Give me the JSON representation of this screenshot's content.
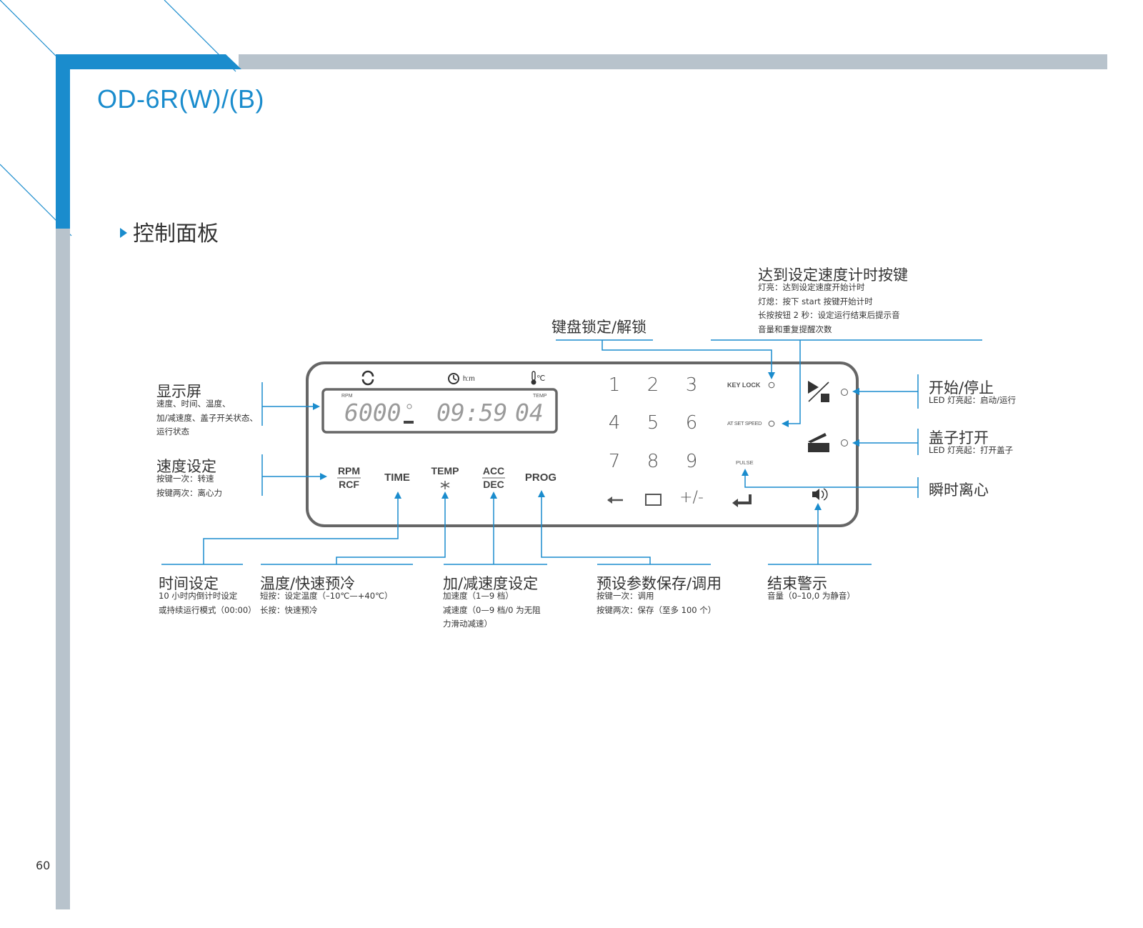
{
  "header": {
    "model": "OD-6R(W)/(B)",
    "section_title": "控制面板",
    "page_number": "60"
  },
  "colors": {
    "accent": "#1a8ccd",
    "gray_bar": "#b8c3cc",
    "panel_border": "#666666"
  },
  "display": {
    "label_rpm": "RPM",
    "label_temp": "TEMP",
    "speed": "6000",
    "time": "09:59",
    "temp": "04",
    "icon_time_unit": "h:m",
    "icon_temp_unit": "℃"
  },
  "keys": {
    "rpm": "RPM",
    "rcf": "RCF",
    "time": "TIME",
    "temp": "TEMP",
    "acc": "ACC",
    "dec": "DEC",
    "prog": "PROG",
    "key_lock": "KEY LOCK",
    "at_set_speed": "AT SET SPEED",
    "pulse": "PULSE",
    "numpad": [
      "1",
      "2",
      "3",
      "4",
      "5",
      "6",
      "7",
      "8",
      "9"
    ],
    "left_arrow": "←",
    "clear": "□",
    "plus_minus": "+/-",
    "enter": "↵"
  },
  "annotations": {
    "display": {
      "title": "显示屏",
      "lines": [
        "速度、时间、温度、",
        "加/减速度、盖子开关状态、",
        "运行状态"
      ]
    },
    "speed": {
      "title": "速度设定",
      "lines": [
        "按键一次：转速",
        "按键两次：离心力"
      ]
    },
    "key_lock": {
      "title": "键盘锁定/解锁"
    },
    "at_speed": {
      "title": "达到设定速度计时按键",
      "lines": [
        "灯亮：达到设定速度开始计时",
        "灯熄：按下 start 按键开始计时",
        "长按按钮 2 秒：设定运行结束后提示音",
        "音量和重复提醒次数"
      ]
    },
    "start_stop": {
      "title": "开始/停止",
      "lines": [
        "LED 灯亮起：启动/运行"
      ]
    },
    "lid": {
      "title": "盖子打开",
      "lines": [
        "LED 灯亮起：打开盖子"
      ]
    },
    "pulse": {
      "title": "瞬时离心"
    },
    "time": {
      "title": "时间设定",
      "lines": [
        "10 小时内倒计时设定",
        "或持续运行模式（00:00）"
      ]
    },
    "temp": {
      "title": "温度/快速预冷",
      "lines": [
        "短按：设定温度（–10℃—+40℃）",
        "长按：快速预冷"
      ]
    },
    "acc_dec": {
      "title": "加/减速度设定",
      "lines": [
        "加速度（1—9 档）",
        "减速度（0—9 档/0 为无阻",
        "力滑动减速）"
      ]
    },
    "prog": {
      "title": "预设参数保存/调用",
      "lines": [
        "按键一次：调用",
        "按键两次：保存（至多 100 个）"
      ]
    },
    "alarm": {
      "title": "结束警示",
      "lines": [
        "音量（0–10,0 为静音）"
      ]
    }
  }
}
